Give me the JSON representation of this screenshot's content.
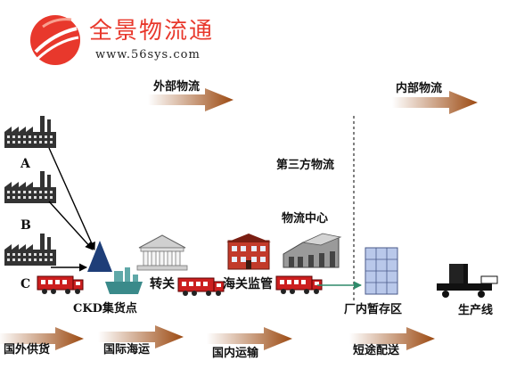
{
  "logo": {
    "brand_text": "全景物流通",
    "url_text": "www.56sys.com",
    "brand_color": "#e8382c"
  },
  "zones": {
    "external": "外部物流",
    "internal": "内部物流",
    "third_party": "第三方物流"
  },
  "suppliers": [
    "A",
    "B",
    "C"
  ],
  "nodes": {
    "logistics_center": "物流中心",
    "ckd_hub": "CKD集货点",
    "transfer": "转关",
    "customs": "海关监管",
    "warehouse": "厂内暂存区",
    "production": "生产线"
  },
  "stages": {
    "overseas_supply": "国外供货",
    "ocean_shipping": "国际海运",
    "domestic_transport": "国内运输",
    "short_delivery": "短途配送"
  },
  "colors": {
    "arrow_dark": "#9c4a12",
    "arrow_light": "#ffffff",
    "truck": "#cc1f1f",
    "ship": "#3a8a8a",
    "hub": "#1e3e78",
    "flow_line": "#2f8a6a",
    "warehouse": "#b9c8ea"
  }
}
